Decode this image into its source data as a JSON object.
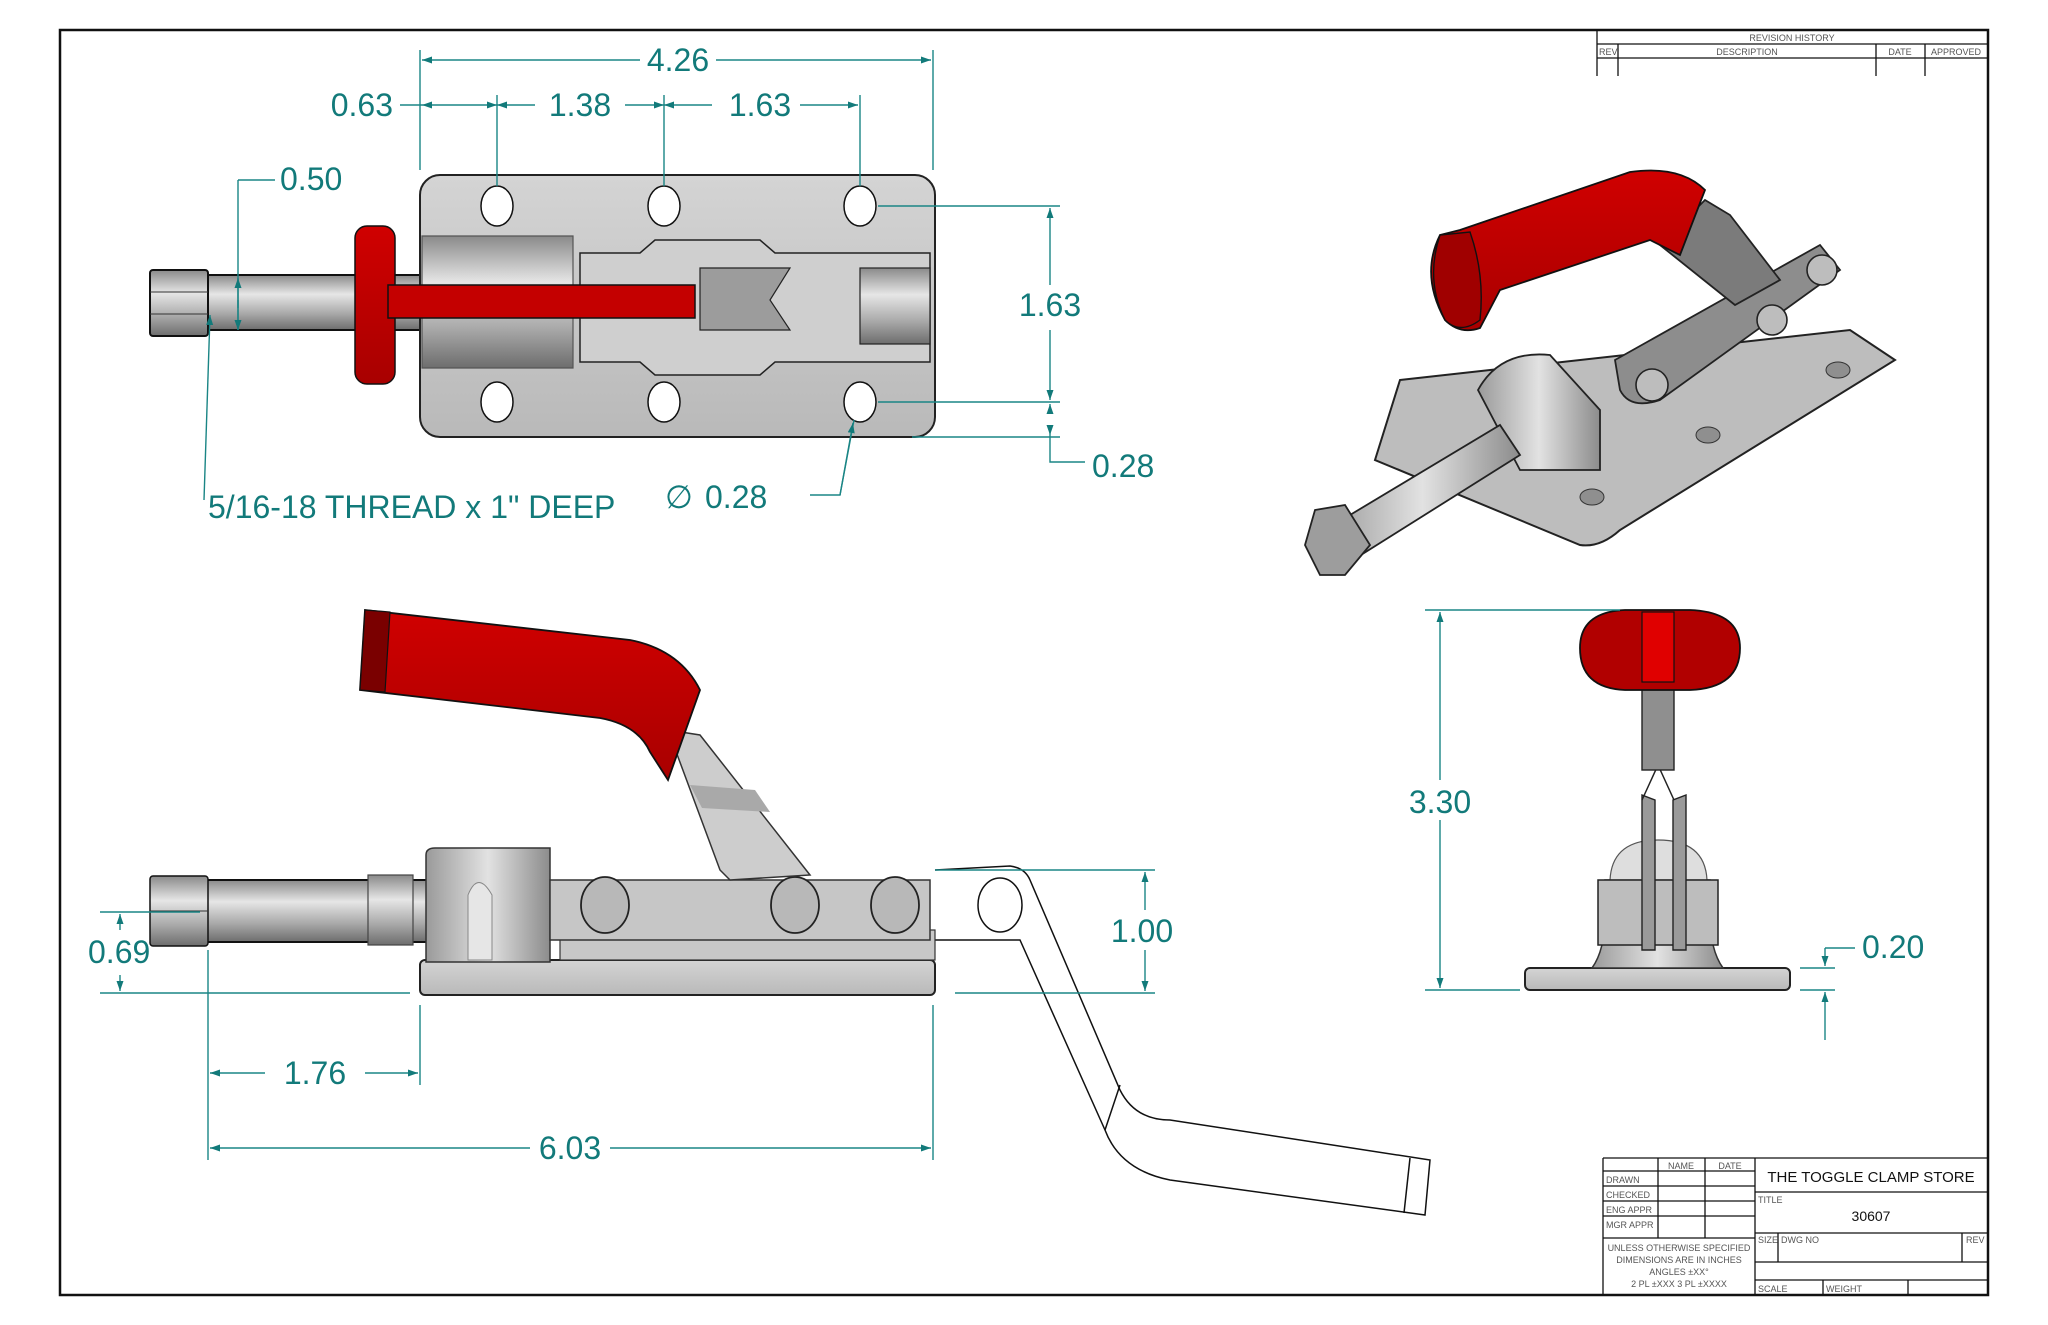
{
  "colors": {
    "dimension": "#127a7a",
    "handle_red": "#c40000",
    "steel": "#c8c8c8",
    "outline": "#111111"
  },
  "revision_history": {
    "title": "REVISION HISTORY",
    "columns": [
      "REV",
      "DESCRIPTION",
      "DATE",
      "APPROVED"
    ]
  },
  "top_view": {
    "dims": {
      "overall_width": "4.26",
      "hole_offset": "0.63",
      "hole_pitch_1": "1.38",
      "hole_pitch_2": "1.63",
      "plunger_dia": "0.50",
      "hole_spacing_vertical": "1.63",
      "hole_edge": "0.28",
      "hole_dia": "0.28",
      "thread_note": "5/16-18 THREAD x 1\" DEEP",
      "dia_symbol": "∅"
    }
  },
  "side_view": {
    "dims": {
      "plunger_height": "0.69",
      "pivot_height": "1.00",
      "plunger_extension": "1.76",
      "overall_length": "6.03"
    }
  },
  "end_view": {
    "dims": {
      "overall_height": "3.30",
      "base_thickness": "0.20"
    }
  },
  "title_block": {
    "header": [
      "NAME",
      "DATE"
    ],
    "rows": [
      "DRAWN",
      "CHECKED",
      "ENG APPR",
      "MGR APPR"
    ],
    "company": "THE TOGGLE CLAMP STORE",
    "title_label": "TITLE",
    "title_value": "30607",
    "notes": [
      "UNLESS OTHERWISE SPECIFIED",
      "DIMENSIONS ARE IN INCHES",
      "ANGLES ±XX°",
      "2 PL ±XXX 3 PL ±XXXX"
    ],
    "size_label": "SIZE",
    "dwg_no_label": "DWG NO",
    "rev_label": "REV",
    "scale_label": "SCALE",
    "weight_label": "WEIGHT"
  }
}
